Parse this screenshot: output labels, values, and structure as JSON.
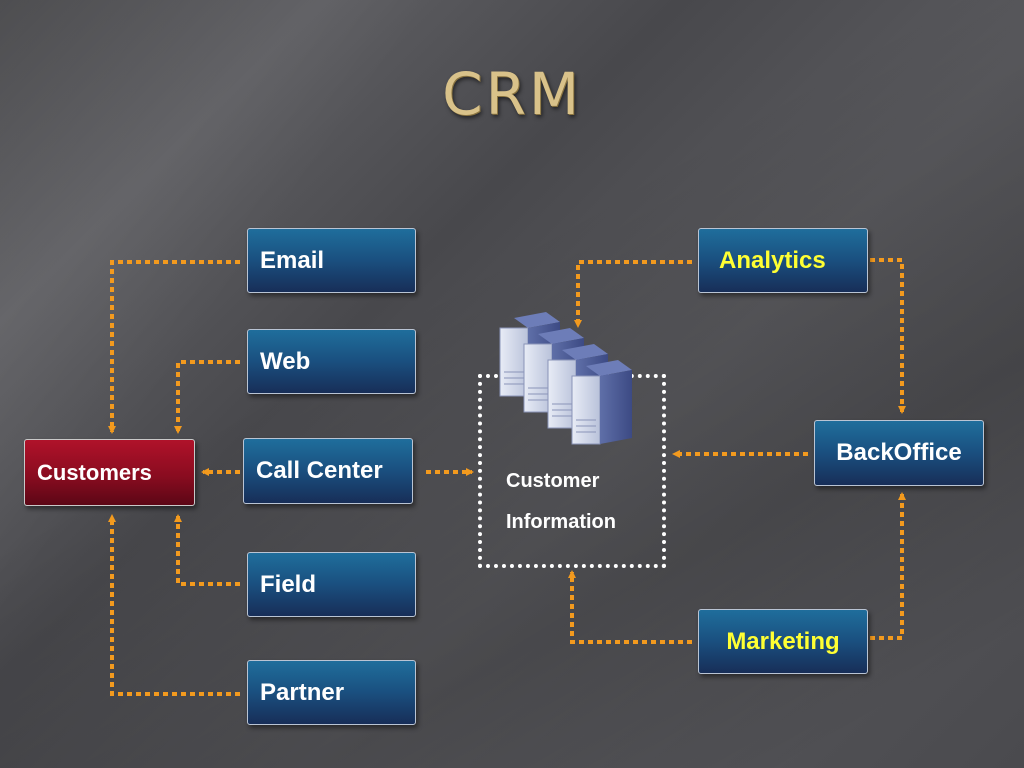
{
  "title": "CRM",
  "nodes": {
    "email": "Email",
    "web": "Web",
    "call_center": "Call Center",
    "field": "Field",
    "partner": "Partner",
    "customers": "Customers",
    "analytics": "Analytics",
    "backoffice": "BackOffice",
    "marketing": "Marketing"
  },
  "customer_information": {
    "line1": "Customer",
    "line2": "Information"
  },
  "icons": {
    "servers": "server-stack-icon"
  },
  "colors": {
    "title": "#d9c28a",
    "node_blue": "#1a4f7f",
    "node_red": "#8a0c20",
    "connector": "#f39a1e",
    "highlight_text": "#ffff33"
  }
}
